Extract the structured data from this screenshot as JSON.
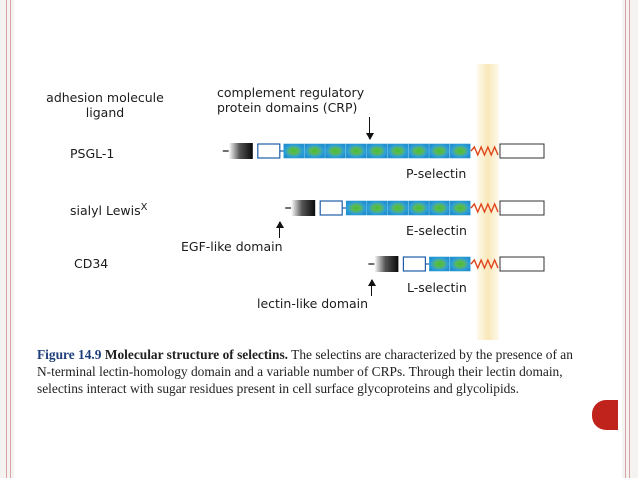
{
  "diagram": {
    "labels": {
      "adhesion_molecule": "adhesion molecule",
      "ligand": "ligand",
      "complement_line1": "complement regulatory",
      "complement_line2": "protein domains (CRP)",
      "psgl1": "PSGL-1",
      "sialyl_lewis": "sialyl Lewis",
      "sialyl_lewis_sup": "X",
      "cd34": "CD34",
      "egf_like": "EGF-like domain",
      "lectin_like": "lectin-like domain",
      "p_selectin": "P-selectin",
      "e_selectin": "E-selectin",
      "l_selectin": "L-selectin"
    },
    "selectins": [
      {
        "name": "P-selectin",
        "crp_count": 9
      },
      {
        "name": "E-selectin",
        "crp_count": 6
      },
      {
        "name": "L-selectin",
        "crp_count": 2
      }
    ],
    "colors": {
      "crp_fill": "#2ea0d8",
      "crp_center": "#3cb832",
      "transmembrane": "#e0441a",
      "membrane_band": "#fbf1d2"
    }
  },
  "caption": {
    "figure_number": "Figure 14.9",
    "title": "Molecular structure of selectins.",
    "body": "The selectins are characterized by the presence of an N-terminal lectin-homology domain and a variable number of CRPs. Through their lectin domain, selectins interact with sugar residues present in cell surface glycoproteins and glycolipids."
  }
}
